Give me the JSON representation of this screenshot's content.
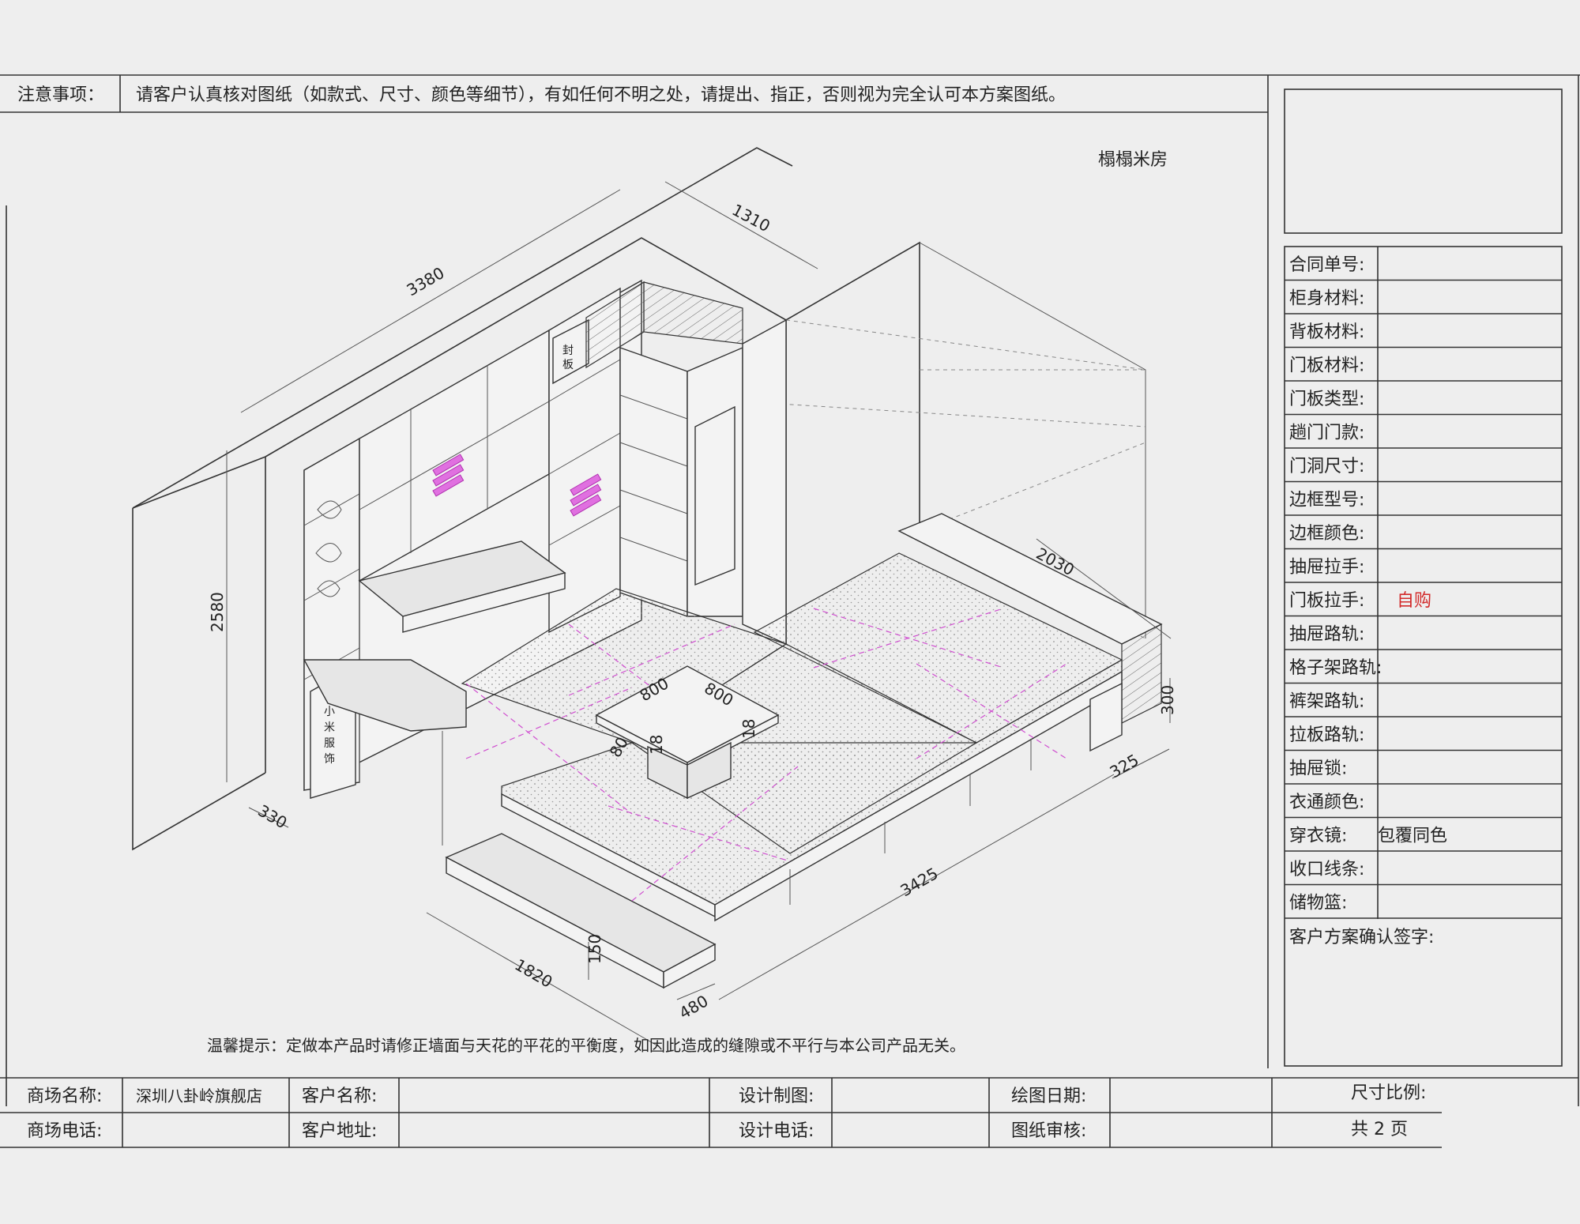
{
  "notice": {
    "label": "注意事项：",
    "text": "请客户认真核对图纸（如款式、尺寸、颜色等细节），有如任何不明之处，请提出、指正，否则视为完全认可本方案图纸。"
  },
  "drawing": {
    "title": "榻榻米房",
    "tip": "温馨提示：定做本产品时请修正墙面与天花的平花的平衡度，如因此造成的缝隙或不平行与本公司产品无关。",
    "panel_label": "封板",
    "dimensions": {
      "top_length": "3380",
      "top_depth": "1310",
      "height": "2580",
      "right_depth": "2030",
      "step_height": "300",
      "step_depth": "325",
      "front_length": "3425",
      "platform_width": "1820",
      "step_rise": "150",
      "step_width": "480",
      "left_depth": "330",
      "table_w": "800",
      "table_d": "800",
      "table_thk_a": "18",
      "table_thk_b": "18",
      "table_leg": "80"
    }
  },
  "spec": {
    "rows": [
      {
        "label": "合同单号:",
        "value": ""
      },
      {
        "label": "柜身材料:",
        "value": ""
      },
      {
        "label": "背板材料:",
        "value": ""
      },
      {
        "label": "门板材料:",
        "value": ""
      },
      {
        "label": "门板类型:",
        "value": ""
      },
      {
        "label": "趟门门款:",
        "value": ""
      },
      {
        "label": "门洞尺寸:",
        "value": ""
      },
      {
        "label": "边框型号:",
        "value": ""
      },
      {
        "label": "边框颜色:",
        "value": ""
      },
      {
        "label": "抽屉拉手:",
        "value": ""
      },
      {
        "label": "门板拉手:",
        "value": "自购"
      },
      {
        "label": "抽屉路轨:",
        "value": ""
      },
      {
        "label": "格子架路轨:",
        "value": ""
      },
      {
        "label": "裤架路轨:",
        "value": ""
      },
      {
        "label": "拉板路轨:",
        "value": ""
      },
      {
        "label": "抽屉锁:",
        "value": ""
      },
      {
        "label": "衣通颜色:",
        "value": ""
      },
      {
        "label": "穿衣镜:",
        "value": "包覆同色"
      },
      {
        "label": "收口线条:",
        "value": ""
      },
      {
        "label": "储物篮:",
        "value": ""
      }
    ],
    "signature_label": "客户方案确认签字:"
  },
  "footer": {
    "store_name_label": "商场名称:",
    "store_name": "深圳八卦岭旗舰店",
    "customer_name_label": "客户名称:",
    "designer_label": "设计制图:",
    "draw_date_label": "绘图日期:",
    "scale_label": "尺寸比例:",
    "store_phone_label": "商场电话:",
    "customer_addr_label": "客户地址:",
    "design_phone_label": "设计电话:",
    "review_label": "图纸审核:",
    "pages": "共 2 页"
  },
  "colors": {
    "highlight": "#e070e0",
    "red_value": "#d22a2a",
    "line": "#333333"
  }
}
